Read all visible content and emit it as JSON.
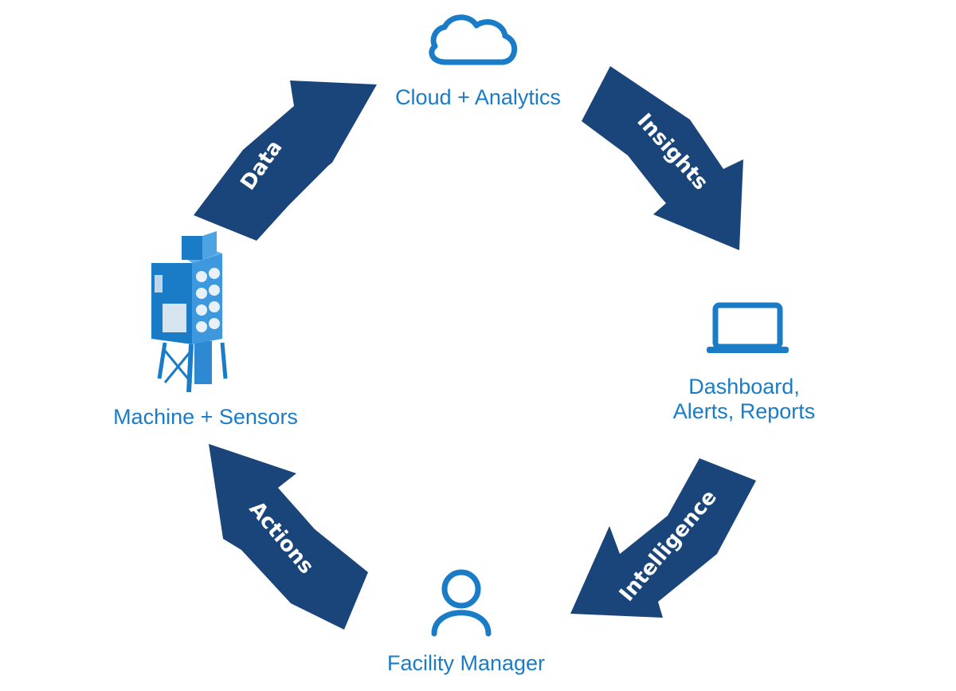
{
  "nodes": {
    "cloud": {
      "label": "Cloud + Analytics",
      "icon": "cloud-icon"
    },
    "dashboard": {
      "label_line1": "Dashboard,",
      "label_line2": "Alerts, Reports",
      "icon": "laptop-icon"
    },
    "manager": {
      "label": "Facility Manager",
      "icon": "person-icon"
    },
    "machine": {
      "label": "Machine + Sensors",
      "icon": "dust-collector-icon"
    }
  },
  "arrows": {
    "data": "Data",
    "insights": "Insights",
    "intelligence": "Intelligence",
    "actions": "Actions"
  },
  "colors": {
    "arrow": "#1a457a",
    "accent": "#1a7cc7",
    "background": "#ffffff"
  }
}
